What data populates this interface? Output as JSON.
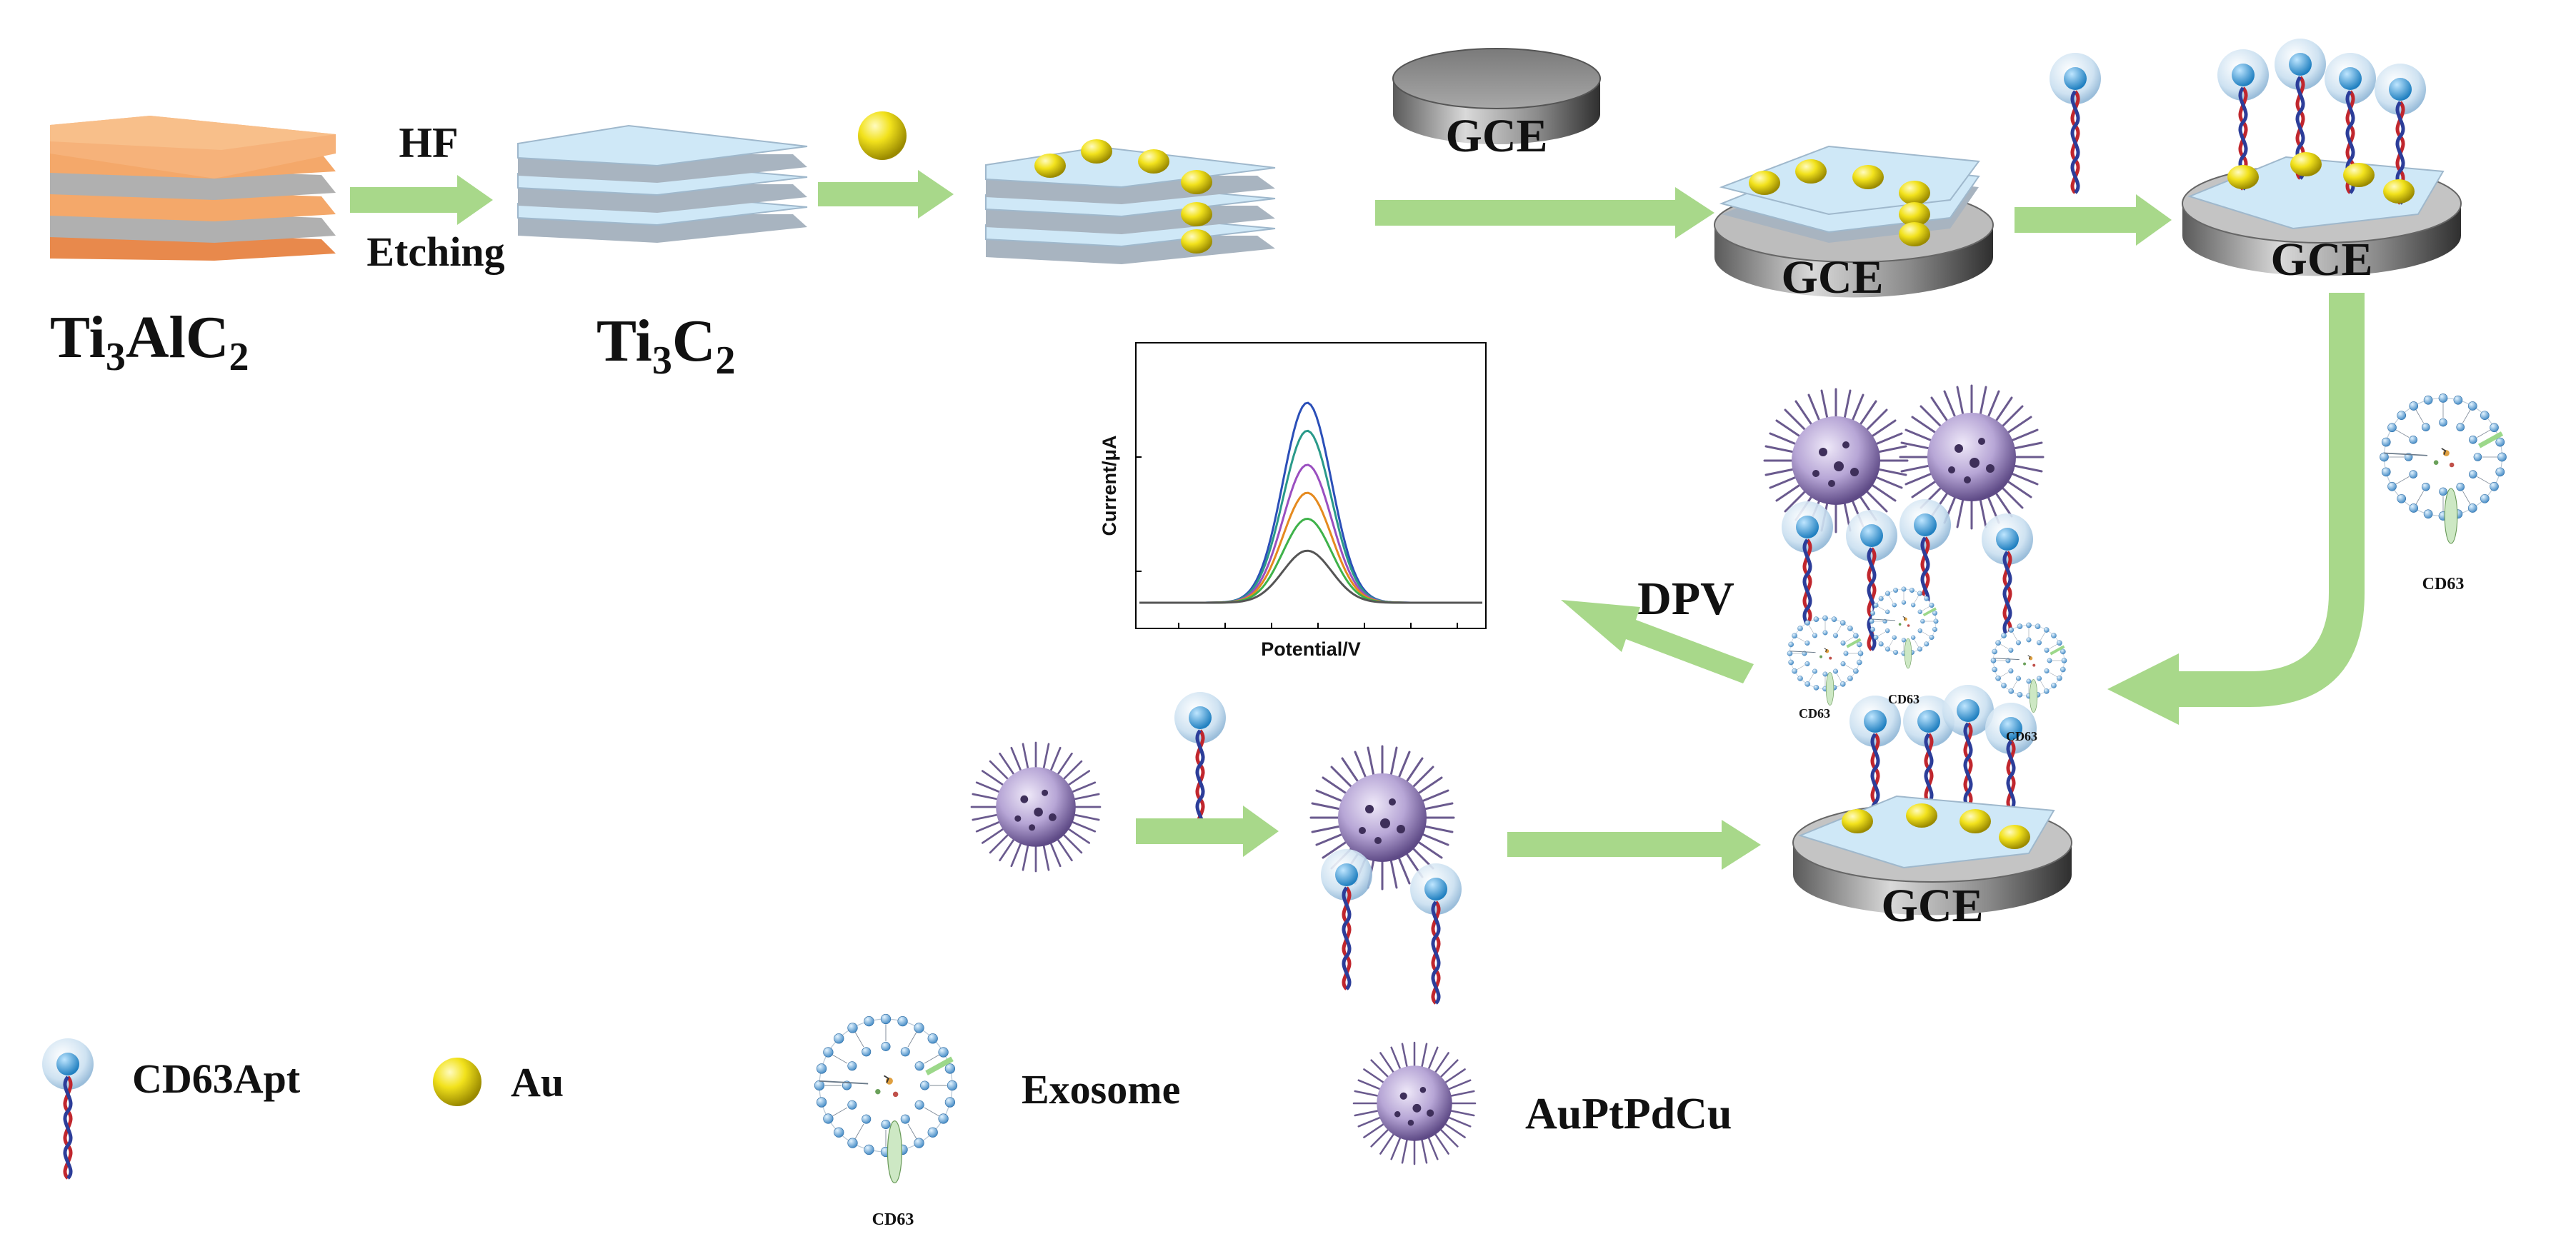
{
  "labels": {
    "ti3alc2": {
      "base": "Ti",
      "sub1": "3",
      "mid": "AlC",
      "sub2": "2"
    },
    "ti3c2": {
      "base": "Ti",
      "sub1": "3",
      "mid": "C",
      "sub2": "2"
    },
    "hf": "HF",
    "etching": "Etching",
    "gce": "GCE",
    "dpv": "DPV",
    "cd63": "CD63"
  },
  "plot": {
    "xlabel": "Potential/V",
    "ylabel": "Current/μA",
    "curve_colors": [
      "#2b4fb8",
      "#2a9a8a",
      "#9a4fc0",
      "#e58a1f",
      "#3fb24a",
      "#555555"
    ],
    "peak_levels": [
      1.0,
      0.86,
      0.69,
      0.55,
      0.42,
      0.26
    ]
  },
  "legend": {
    "cd63apt": "CD63Apt",
    "au": "Au",
    "exosome": "Exosome",
    "auptpdcu": "AuPtPdCu"
  },
  "colors": {
    "arrow": "#a8d88a",
    "sheet": "#cfe8f7",
    "max_phase": "#f4a86a",
    "gold": "#e8d51a",
    "aptamer_head": "#4aa6d8",
    "nanozyme": "#b7a6d6",
    "electrode": "#9a9a9a"
  }
}
